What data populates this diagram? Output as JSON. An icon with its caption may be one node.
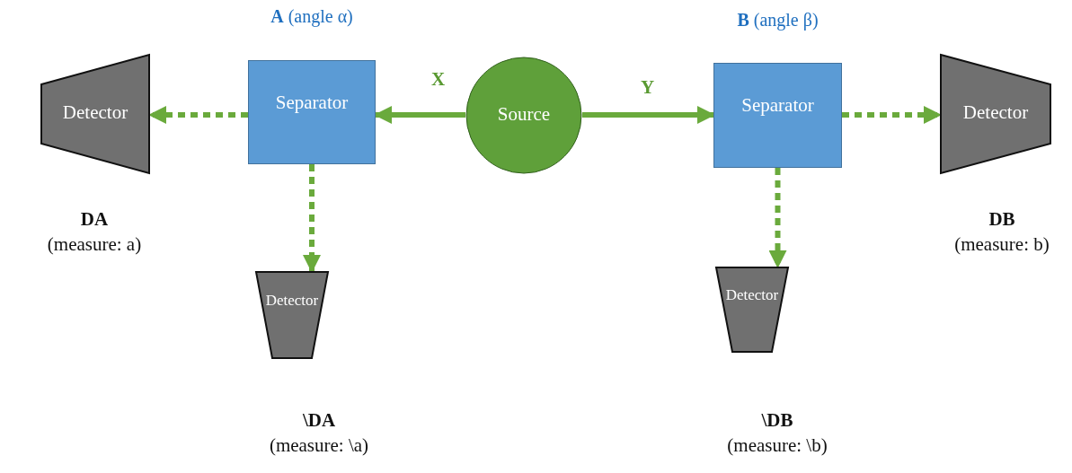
{
  "diagram": {
    "nodes": [
      {
        "text": [
          "Source"
        ]
      },
      {
        "text": [
          "**A** (angle α)",
          "Separator"
        ]
      },
      {
        "text": [
          "**B** (angle β)",
          "Separator"
        ]
      },
      {
        "text": [
          "Detector"
        ],
        "beside": [
          "DA",
          "(measure: a)"
        ]
      },
      {
        "text": [
          "Detector"
        ],
        "beside": [
          "\\DA",
          "(measure: \\a)"
        ]
      },
      {
        "text": [
          "Detector"
        ],
        "beside": [
          "\\DB",
          "(measure: \\b)"
        ]
      },
      {
        "text": [
          "Detector"
        ],
        "beside": [
          "DB",
          "(measure: b)"
        ]
      }
    ],
    "edges": [
      {
        "from": 0,
        "to": 1,
        "arrow": "to",
        "label": "X"
      },
      {
        "from": 0,
        "to": 2,
        "arrow": "to",
        "label": "Y"
      },
      {
        "from": 1,
        "to": 3,
        "arrow": "to",
        "style": "dashed"
      },
      {
        "from": 1,
        "to": 4,
        "arrow": "to",
        "style": "dashed"
      },
      {
        "from": 2,
        "to": 5,
        "arrow": "to",
        "style": "dashed"
      },
      {
        "from": 2,
        "to": 6,
        "arrow": "to",
        "style": "dashed"
      }
    ]
  }
}
